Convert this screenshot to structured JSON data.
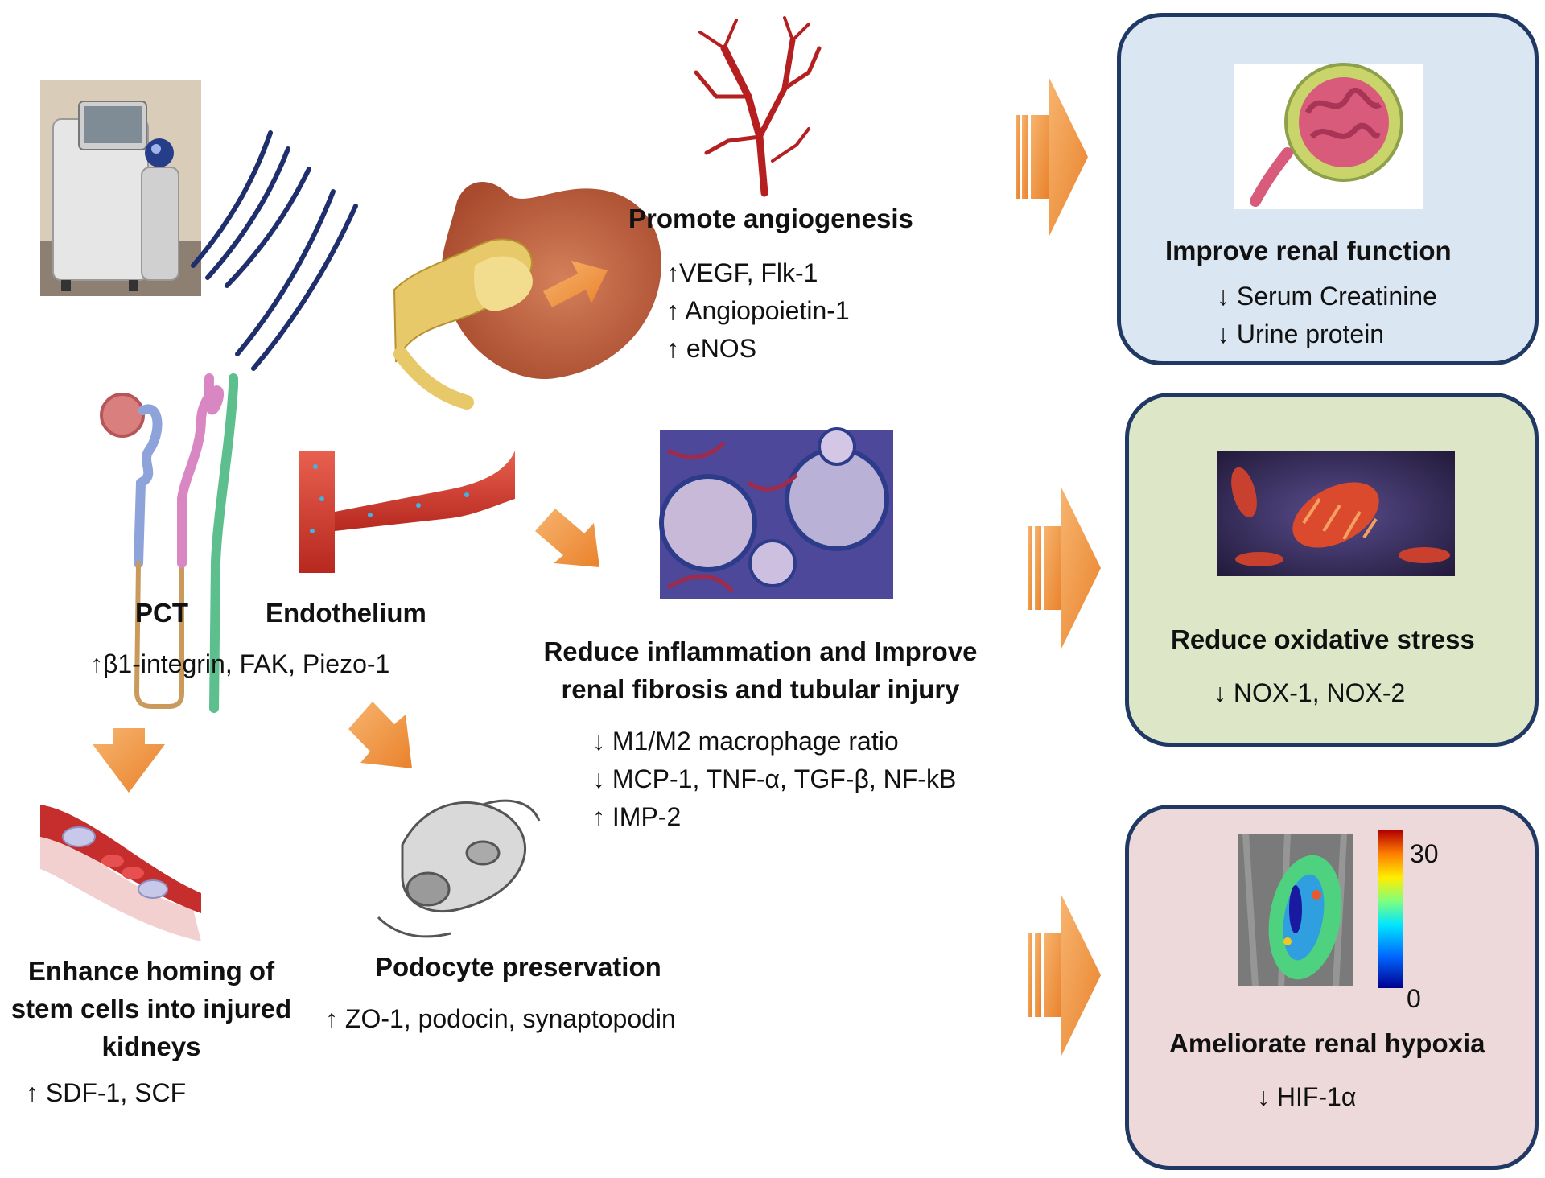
{
  "colors": {
    "arrow_orange": "#f39c4a",
    "box_border": "#1f3864",
    "box_blue": "#dbe6f3",
    "box_green": "#dde7c8",
    "box_pink": "#eed9da",
    "vessel_red": "#b51f1f",
    "sound_wave": "#1f2f6e"
  },
  "icons": {
    "device": "shockwave-device-icon",
    "waves": "sound-wave-icon",
    "kidney": "kidney-icon",
    "nephron": "nephron-icon",
    "endothelium": "blood-vessel-icon",
    "angiogenesis": "vessel-branch-icon",
    "histology": "histology-image-icon",
    "stemcells": "blood-vessel-cells-icon",
    "podocyte": "podocyte-icon",
    "glomerulus": "glomerulus-icon",
    "mitochondria": "mitochondria-icon",
    "mri": "mri-kidney-map-icon"
  },
  "labels": {
    "pct": "PCT",
    "endothelium": "Endothelium",
    "mechanosensors": "↑β1-integrin, FAK, Piezo-1"
  },
  "angiogenesis": {
    "title": "Promote angiogenesis",
    "items": [
      "↑VEGF, Flk-1",
      "↑ Angiopoietin-1",
      "↑ eNOS"
    ]
  },
  "inflammation": {
    "title_line1": "Reduce inflammation and Improve",
    "title_line2": "renal fibrosis and tubular injury",
    "items": [
      "↓ M1/M2 macrophage ratio",
      "↓ MCP-1, TNF-α, TGF-β, NF-kB",
      "↑ IMP-2"
    ]
  },
  "homing": {
    "title_line1": "Enhance homing of",
    "title_line2": "stem cells into injured",
    "title_line3": "kidneys",
    "items": [
      "↑ SDF-1, SCF"
    ]
  },
  "podocyte": {
    "title": "Podocyte preservation",
    "items": [
      "↑ ZO-1, podocin, synaptopodin"
    ]
  },
  "outcome_renal": {
    "title": "Improve renal function",
    "items": [
      "↓ Serum Creatinine",
      "↓ Urine protein"
    ]
  },
  "outcome_oxidative": {
    "title": "Reduce oxidative stress",
    "items": [
      "↓ NOX-1, NOX-2"
    ]
  },
  "outcome_hypoxia": {
    "title": "Ameliorate renal hypoxia",
    "items": [
      "↓ HIF-1α"
    ],
    "scale_max": "30",
    "scale_min": "0"
  }
}
